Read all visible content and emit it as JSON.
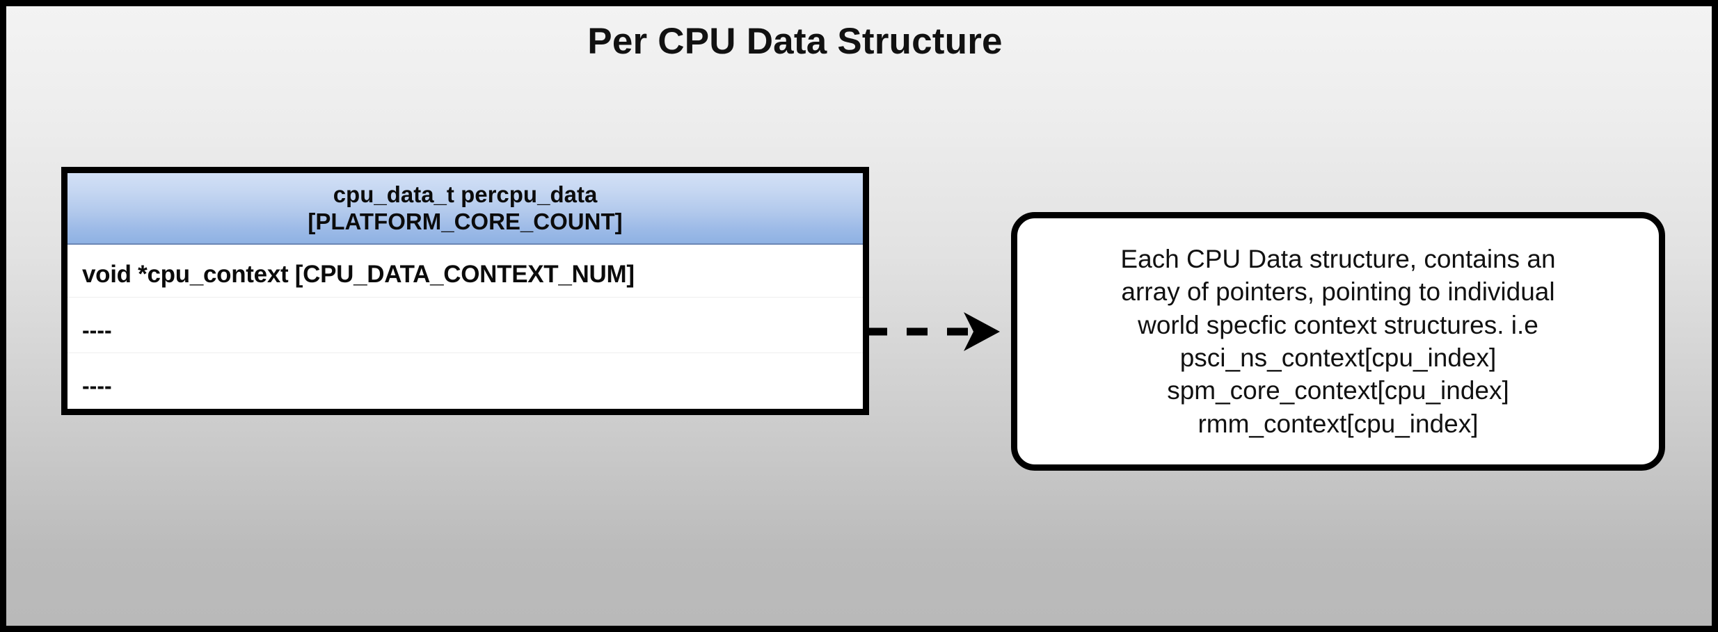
{
  "diagram": {
    "title": "Per CPU Data Structure",
    "background": {
      "gradient_top": "#f3f3f3",
      "gradient_bottom": "#b9b9b9",
      "border_color": "#000000"
    }
  },
  "struct_table": {
    "name": "cpu_data_t percpu_data",
    "header_lines": [
      "cpu_data_t percpu_data",
      "[PLATFORM_CORE_COUNT]"
    ],
    "header_gradient_top": "#d2e0f6",
    "header_gradient_bottom": "#8fb2e3",
    "rows": [
      {
        "label": "void *cpu_context [CPU_DATA_CONTEXT_NUM]"
      },
      {
        "label": "----"
      },
      {
        "label": "----"
      }
    ]
  },
  "connector": {
    "style": "dashed-arrow",
    "direction": "right",
    "color": "#000000"
  },
  "callout": {
    "lines": [
      "Each CPU Data structure, contains an",
      "array of pointers, pointing to individual",
      "world specfic context structures. i.e",
      "psci_ns_context[cpu_index]",
      "spm_core_context[cpu_index]",
      "rmm_context[cpu_index]"
    ]
  }
}
